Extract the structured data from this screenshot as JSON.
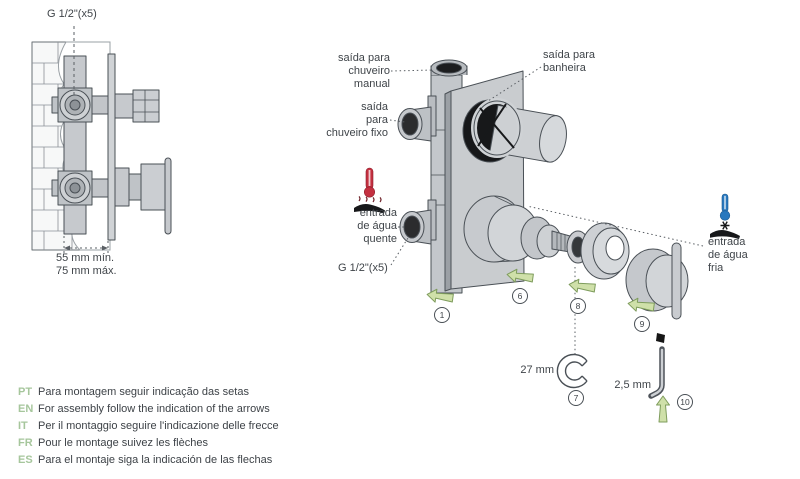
{
  "left_diagram": {
    "thread_label": "G 1/2\"(x5)",
    "depth_note": "55 mm mín.\n75 mm máx."
  },
  "main_diagram": {
    "labels": {
      "hand_shower_outlet": "saída para\nchuveiro\nmanual",
      "bath_outlet": "saída para\nbanheira",
      "fixed_shower_outlet": "saída\npara\nchuveiro fixo",
      "hot_water_inlet": "entrada\nde água\nquente",
      "cold_water_inlet": "entrada\nde água\nfria",
      "thread_label": "G 1/2\"(x5)"
    },
    "tools": {
      "wrench_size": "27 mm",
      "allen_key_size": "2,5 mm"
    },
    "steps": {
      "s1": "1",
      "s6": "6",
      "s7": "7",
      "s8": "8",
      "s9": "9",
      "s10": "10"
    }
  },
  "footer": {
    "instructions": [
      {
        "code": "PT",
        "text": "Para montagem seguir indicação das setas"
      },
      {
        "code": "EN",
        "text": "For assembly follow the indication of the arrows"
      },
      {
        "code": "IT",
        "text": "Per il montaggio seguire l'indicazione delle frecce"
      },
      {
        "code": "FR",
        "text": "Pour le montage suivez les flèches"
      },
      {
        "code": "ES",
        "text": "Para el montaje siga la indicación de las flechas"
      }
    ]
  },
  "palette": {
    "arrow_green": "#cfe0a9",
    "code_green": "#a6c69c",
    "hot_red": "#c43040",
    "cold_blue": "#2878be",
    "line_gray": "#4a5056",
    "metal_gray": "#ced1d5",
    "text_gray": "#3f4449"
  }
}
